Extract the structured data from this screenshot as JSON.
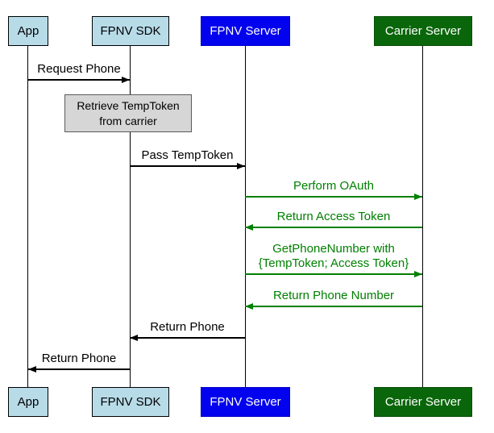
{
  "actors": {
    "app": "App",
    "sdk": "FPNV SDK",
    "server": "FPNV Server",
    "carrier": "Carrier Server"
  },
  "messages": {
    "request_phone": "Request Phone",
    "note_retrieve": {
      "line1": "Retrieve TempToken",
      "line2": "from carrier"
    },
    "pass_temptoken": "Pass TempToken",
    "perform_oauth": "Perform OAuth",
    "return_access_token": "Return Access Token",
    "get_phone_number": {
      "line1": "GetPhoneNumber with",
      "line2": "{TempToken; Access Token}"
    },
    "return_phone_number": "Return Phone Number",
    "return_phone_to_sdk": "Return Phone",
    "return_phone_to_app": "Return Phone"
  },
  "colors": {
    "actor_light_blue": "#b8dbe8",
    "actor_blue": "#0202ee",
    "actor_dark_green": "#0a660a",
    "note_grey": "#d6d6d6",
    "message_green": "#008000",
    "message_black": "#000000"
  }
}
